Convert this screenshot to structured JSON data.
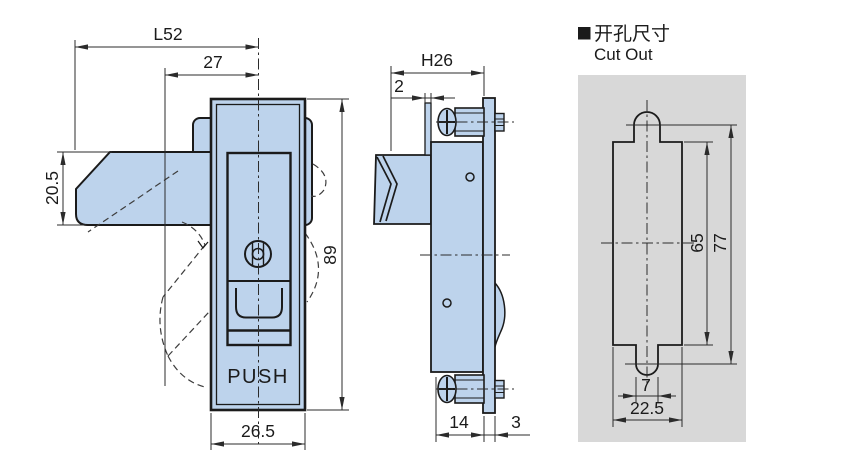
{
  "header": {
    "title_cn": "开孔尺寸",
    "title_en": "Cut Out"
  },
  "front_view": {
    "push_label": "PUSH",
    "dim_total_width": "L52",
    "dim_offset": "27",
    "dim_arm_thickness": "20.5",
    "dim_height": "89",
    "dim_bezel_width": "26.5"
  },
  "side_view": {
    "dim_handle_protrusion": "H26",
    "dim_plate_thickness": "2",
    "dim_body_depth": "14",
    "dim_panel_thickness": "3"
  },
  "cutout_view": {
    "dim_inner_height": "65",
    "dim_total_height": "77",
    "dim_slot_width": "7",
    "dim_width": "22.5"
  },
  "colors": {
    "part_fill": "#bdd3ec",
    "panel_gray": "#d8d8d8",
    "line": "#1b1b1b",
    "dim": "#2b2b2b",
    "background": "#ffffff"
  }
}
